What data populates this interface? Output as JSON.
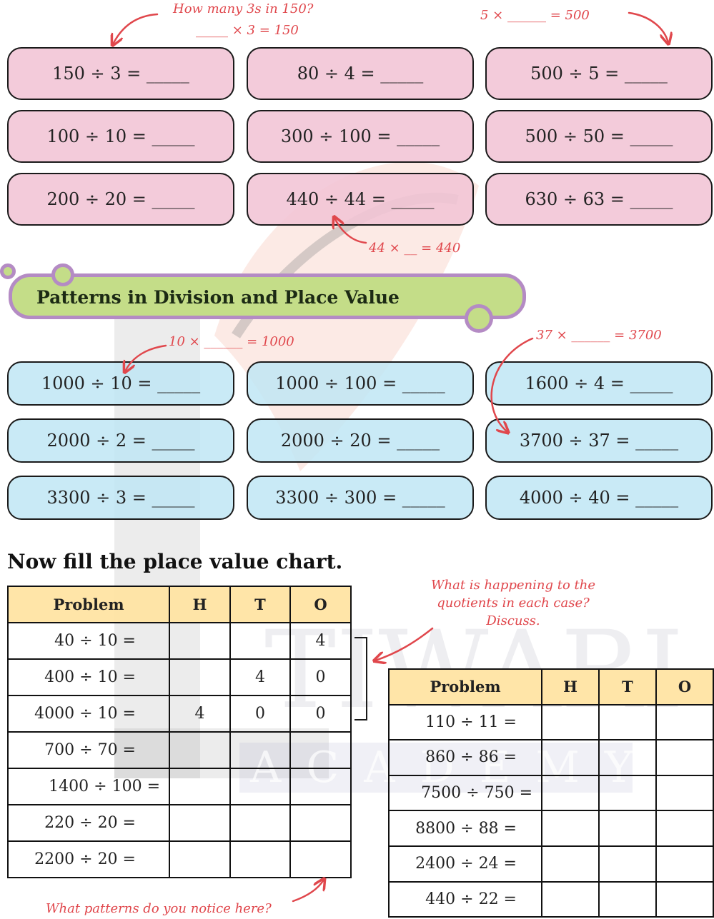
{
  "notes": {
    "n1": "How many 3s in 150?",
    "n2": "_____ × 3 = 150",
    "n3": "5 × ______ = 500",
    "n4": "44 × __ = 440",
    "n5": "10  × ______ = 1000",
    "n6": "37 × ______  = 3700",
    "n7": "What is happening to the quotients in each case? Discuss.",
    "n8": "What patterns do you notice here?"
  },
  "pink_boxes": [
    "150 ÷ 3 = _____",
    "80 ÷ 4 = _____",
    "500 ÷ 5 = _____",
    "100 ÷ 10 = _____",
    "300 ÷ 100 = _____",
    "500 ÷ 50 = _____",
    "200 ÷ 20 = _____",
    "440 ÷ 44 = _____",
    "630 ÷ 63 = _____"
  ],
  "section_title": "Patterns in Division and Place Value",
  "blue_boxes": [
    "1000 ÷ 10 = _____",
    "1000 ÷ 100 = _____",
    "1600 ÷ 4 = _____",
    "2000 ÷ 2 = _____",
    "2000 ÷ 20 = _____",
    "3700 ÷ 37 = _____",
    "3300 ÷ 3 = _____",
    "3300 ÷ 300 = _____",
    "4000 ÷ 40 = _____"
  ],
  "chart_heading": "Now fill the place value chart.",
  "table_headers": [
    "Problem",
    "H",
    "T",
    "O"
  ],
  "table1": [
    {
      "problem": "40 ÷ 10 =",
      "h": "",
      "t": "",
      "o": "4"
    },
    {
      "problem": "400 ÷ 10 =",
      "h": "",
      "t": "4",
      "o": "0"
    },
    {
      "problem": "4000 ÷ 10 =",
      "h": "4",
      "t": "0",
      "o": "0"
    },
    {
      "problem": "700 ÷ 70 =",
      "h": "",
      "t": "",
      "o": ""
    },
    {
      "problem": "1400 ÷ 100 =",
      "h": "",
      "t": "",
      "o": ""
    },
    {
      "problem": "220 ÷ 20 =",
      "h": "",
      "t": "",
      "o": ""
    },
    {
      "problem": "2200 ÷ 20 =",
      "h": "",
      "t": "",
      "o": ""
    }
  ],
  "table2": [
    {
      "problem": "110 ÷ 11 =",
      "h": "",
      "t": "",
      "o": ""
    },
    {
      "problem": "860 ÷ 86 =",
      "h": "",
      "t": "",
      "o": ""
    },
    {
      "problem": "7500 ÷ 750 =",
      "h": "",
      "t": "",
      "o": ""
    },
    {
      "problem": "8800 ÷ 88 =",
      "h": "",
      "t": "",
      "o": ""
    },
    {
      "problem": "2400 ÷ 24 =",
      "h": "",
      "t": "",
      "o": ""
    },
    {
      "problem": "440 ÷ 22 =",
      "h": "",
      "t": "",
      "o": ""
    }
  ],
  "watermark": {
    "logo_text": "TIWARI",
    "sub_text": "ACADEMY"
  },
  "colors": {
    "pink": "#f1c4d5",
    "blue": "#bfe6f5",
    "banner": "#c4dd88",
    "banner_border": "#b48bc4",
    "header": "#ffe4a3",
    "note": "#e0474c"
  }
}
